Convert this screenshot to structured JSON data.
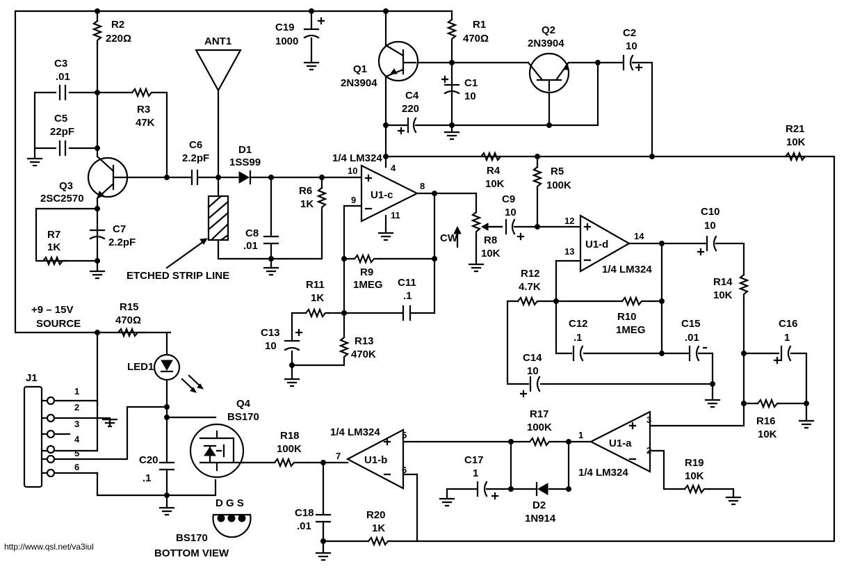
{
  "components": {
    "R1": {
      "ref": "R1",
      "value": "470Ω"
    },
    "R2": {
      "ref": "R2",
      "value": "220Ω"
    },
    "R3": {
      "ref": "R3",
      "value": "47K"
    },
    "R4": {
      "ref": "R4",
      "value": "10K"
    },
    "R5": {
      "ref": "R5",
      "value": "100K"
    },
    "R6": {
      "ref": "R6",
      "value": "1K"
    },
    "R7": {
      "ref": "R7",
      "value": "1K"
    },
    "R8": {
      "ref": "R8",
      "value": "10K"
    },
    "R9": {
      "ref": "R9",
      "value": "1MEG"
    },
    "R10": {
      "ref": "R10",
      "value": "1MEG"
    },
    "R11": {
      "ref": "R11",
      "value": "1K"
    },
    "R12": {
      "ref": "R12",
      "value": "4.7K"
    },
    "R13": {
      "ref": "R13",
      "value": "470K"
    },
    "R14": {
      "ref": "R14",
      "value": "10K"
    },
    "R15": {
      "ref": "R15",
      "value": "470Ω"
    },
    "R16": {
      "ref": "R16",
      "value": "10K"
    },
    "R17": {
      "ref": "R17",
      "value": "100K"
    },
    "R18": {
      "ref": "R18",
      "value": "100K"
    },
    "R19": {
      "ref": "R19",
      "value": "10K"
    },
    "R20": {
      "ref": "R20",
      "value": "1K"
    },
    "R21": {
      "ref": "R21",
      "value": "10K"
    },
    "C1": {
      "ref": "C1",
      "value": "10"
    },
    "C2": {
      "ref": "C2",
      "value": "10"
    },
    "C3": {
      "ref": "C3",
      "value": ".01"
    },
    "C4": {
      "ref": "C4",
      "value": "220"
    },
    "C5": {
      "ref": "C5",
      "value": "22pF"
    },
    "C6": {
      "ref": "C6",
      "value": "2.2pF"
    },
    "C7": {
      "ref": "C7",
      "value": "2.2pF"
    },
    "C8": {
      "ref": "C8",
      "value": ".01"
    },
    "C9": {
      "ref": "C9",
      "value": "10"
    },
    "C10": {
      "ref": "C10",
      "value": "10"
    },
    "C11": {
      "ref": "C11",
      "value": ".1"
    },
    "C12": {
      "ref": "C12",
      "value": ".1"
    },
    "C13": {
      "ref": "C13",
      "value": "10"
    },
    "C14": {
      "ref": "C14",
      "value": "10"
    },
    "C15": {
      "ref": "C15",
      "value": ".01"
    },
    "C16": {
      "ref": "C16",
      "value": "1"
    },
    "C17": {
      "ref": "C17",
      "value": "1"
    },
    "C18": {
      "ref": "C18",
      "value": ".01"
    },
    "C19": {
      "ref": "C19",
      "value": "1000"
    },
    "C20": {
      "ref": "C20",
      "value": ".1"
    },
    "Q1": {
      "ref": "Q1",
      "value": "2N3904"
    },
    "Q2": {
      "ref": "Q2",
      "value": "2N3904"
    },
    "Q3": {
      "ref": "Q3",
      "value": "2SC2570"
    },
    "Q4": {
      "ref": "Q4",
      "value": "BS170"
    },
    "D1": {
      "ref": "D1",
      "value": "1SS99"
    },
    "D2": {
      "ref": "D2",
      "value": "1N914"
    },
    "LED1": {
      "ref": "LED1"
    },
    "ANT1": {
      "ref": "ANT1"
    },
    "J1": {
      "ref": "J1",
      "pins": [
        "1",
        "2",
        "3",
        "4",
        "5",
        "6"
      ]
    },
    "U1a": {
      "ref": "U1-a",
      "part": "1/4 LM324",
      "pins": [
        "1",
        "3",
        "2"
      ]
    },
    "U1b": {
      "ref": "U1-b",
      "part": "1/4 LM324",
      "pins": [
        "7",
        "5",
        "6"
      ]
    },
    "U1c": {
      "ref": "U1-c",
      "part": "1/4 LM324",
      "pins": [
        "10",
        "9",
        "8",
        "4",
        "11"
      ]
    },
    "U1d": {
      "ref": "U1-d",
      "part": "1/4 LM324",
      "pins": [
        "12",
        "13",
        "14"
      ]
    }
  },
  "labels": {
    "source_voltage": "+9 – 15V",
    "source": "SOURCE",
    "strip_line": "ETCHED STRIP LINE",
    "cw": "CW",
    "q4_pins": "D G S",
    "bs170_bottom": "BS170",
    "bottom_view": "BOTTOM VIEW",
    "url": "http://www.qsl.net/va3iul"
  }
}
